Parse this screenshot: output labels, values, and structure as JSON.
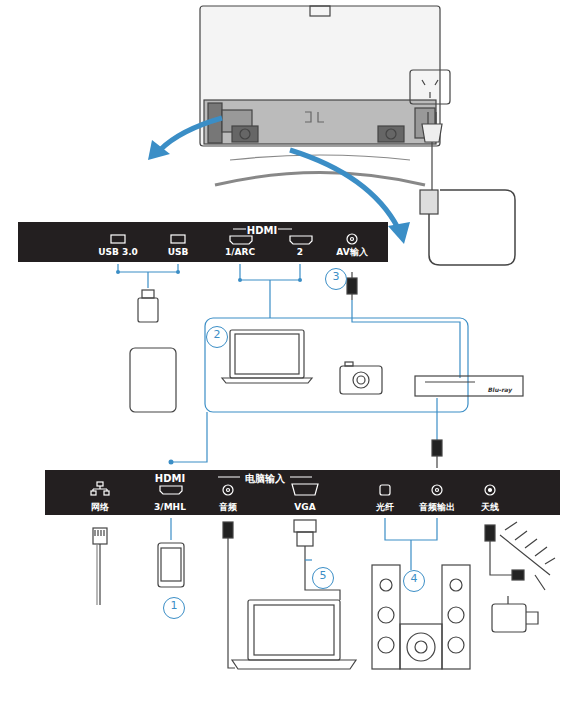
{
  "diagram": {
    "nodes": [
      {
        "text": [
          "USB 3.0",
          "USB",
          "HDMI",
          "1/ARC",
          "2",
          "AV输入"
        ]
      },
      {
        "text": [
          "3"
        ]
      },
      {
        "text": [
          "2"
        ]
      },
      {
        "text": [
          "网络",
          "HDMI",
          "3/MHL",
          "电脑输入",
          "音频",
          "VGA",
          "光纤",
          "音频输出",
          "天线"
        ]
      },
      {
        "text": [
          "5"
        ]
      },
      {
        "text": [
          "4"
        ]
      },
      {
        "text": [
          "1"
        ]
      }
    ],
    "labels": [
      "Blu-ray"
    ]
  }
}
